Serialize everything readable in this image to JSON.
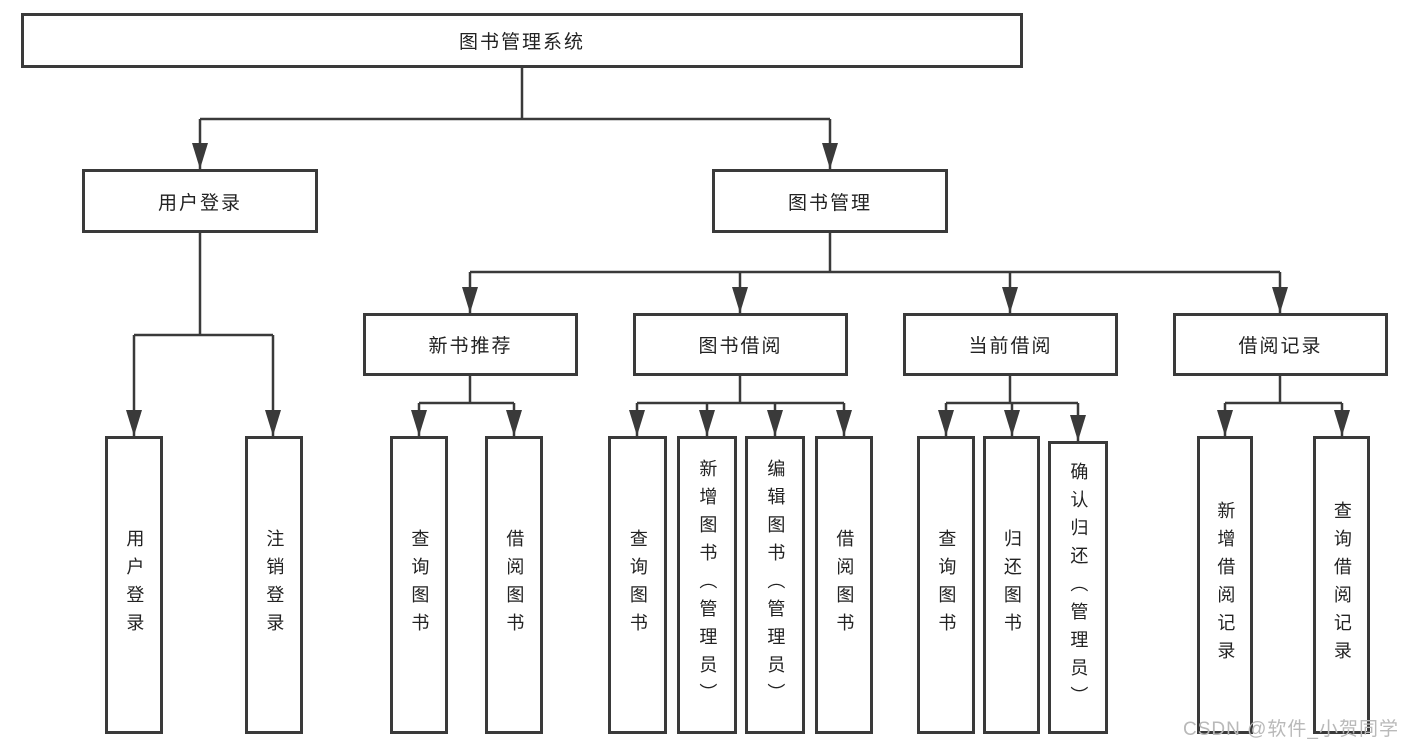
{
  "diagram": {
    "root": {
      "label": "图书管理系统"
    },
    "branches": [
      {
        "label": "用户登录",
        "children": [
          {
            "label": "用户登录"
          },
          {
            "label": "注销登录"
          }
        ]
      },
      {
        "label": "图书管理",
        "children": [
          {
            "label": "新书推荐",
            "children": [
              {
                "label": "查询图书"
              },
              {
                "label": "借阅图书"
              }
            ]
          },
          {
            "label": "图书借阅",
            "children": [
              {
                "label": "查询图书"
              },
              {
                "label": "新增图书（管理员）"
              },
              {
                "label": "编辑图书（管理员）"
              },
              {
                "label": "借阅图书"
              }
            ]
          },
          {
            "label": "当前借阅",
            "children": [
              {
                "label": "查询图书"
              },
              {
                "label": "归还图书"
              },
              {
                "label": "确认归还（管理员）"
              }
            ]
          },
          {
            "label": "借阅记录",
            "children": [
              {
                "label": "新增借阅记录"
              },
              {
                "label": "查询借阅记录"
              }
            ]
          }
        ]
      }
    ]
  },
  "watermark": {
    "text": "CSDN @软件_小贺同学"
  },
  "colors": {
    "line": "#3a3a3a",
    "box_border": "#3a3a3a",
    "text": "#222222",
    "watermark": "#b9b9b9",
    "background": "#ffffff"
  }
}
